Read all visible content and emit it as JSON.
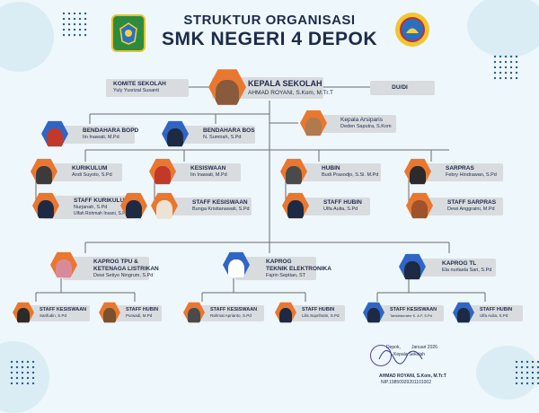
{
  "header": {
    "line1": "STRUKTUR ORGANISASI",
    "line2": "SMK NEGERI 4 DEPOK"
  },
  "komite": {
    "role": "KOMITE SEKOLAH",
    "name": "Yuly Yusrizal Susanti"
  },
  "kepala": {
    "role": "KEPALA SEKOLAH",
    "name": "AHMAD ROYANI, S.Kom, M.Tr.T"
  },
  "dudi": {
    "role": "DU/DI"
  },
  "bendahara_bopd": {
    "role": "BENDAHARA BOPD",
    "name": "Iin Inawati, M.Pd"
  },
  "bendahara_bos": {
    "role": "BENDAHARA BOS",
    "name": "N. Sumirah, S.Pd"
  },
  "arsiparis": {
    "role": "Kepala Arsiparis",
    "name": "Deden Saputra, S.Kom"
  },
  "kurikulum": {
    "role": "KURIKULUM",
    "name": "Andi Suyoto, S.Pd"
  },
  "kesiswaan": {
    "role": "KESISWAAN",
    "name": "Iin Inawati, M.Pd"
  },
  "hubin": {
    "role": "HUBIN",
    "name": "Budi Prasodjo, S.Si. M.Pd"
  },
  "sarpras": {
    "role": "SARPRAS",
    "name": "Febry Hindrawan, S.Pd"
  },
  "staff_kurikulum": {
    "role": "STAFF KURIKULUM",
    "name1": "Nurjanah, S.Pd",
    "name2": "Ulfah Rohmah Insani, S.Pd"
  },
  "staff_kesiswaan": {
    "role": "STAFF KESISWAAN",
    "name": "Bunga Kristianawati, S.Pd"
  },
  "staff_hubin": {
    "role": "STAFF HUBIN",
    "name": "Ulfa Aulia, S.Pd"
  },
  "staff_sarpras": {
    "role": "STAFF SARPRAS",
    "name": "Dewi Anggraini, M.Pd"
  },
  "kaprog_tpu": {
    "role1": "KAPROG TPU &",
    "role2": "KETENAGA LISTRIKAN",
    "name": "Dewi Setiyo Ningrum, S.Pd"
  },
  "kaprog_te": {
    "role1": "KAPROG",
    "role2": "TEKNIK ELEKTRONIKA",
    "name": "Fajrin Septian, ST"
  },
  "kaprog_tl": {
    "role": "KAPROG TL",
    "name": "Ela nurlaela Sari, S.Pd"
  },
  "tpu_staff_kesiswaan": {
    "role": "STAFF KESISWAAN",
    "name": "Sarifudin, S.Pd"
  },
  "tpu_staff_hubin": {
    "role": "STAFF HUBIN",
    "name": "Purwadi, M.Pd"
  },
  "te_staff_kesiswaan": {
    "role": "STAFF KESISWAAN",
    "name": "Rahmat Aprianto, S.Pd"
  },
  "te_staff_hubin": {
    "role": "STAFF HUBIN",
    "name": "Lilis Suprihatin, S.Pd"
  },
  "tl_staff_kesiswaan": {
    "role": "STAFF KESISWAAN",
    "name": "Tarisfaturrahe K. A.F, S.Pd"
  },
  "tl_staff_hubin": {
    "role": "STAFF HUBIN",
    "name": "Ulfa Aulia, S.Pd"
  },
  "signature": {
    "place": "Depok,",
    "date": "Januari 2026",
    "title": "Kepala Sekolah",
    "name": "AHMAD ROYANI, S.Kom, M.Tr.T",
    "nip": "NIP.19850929201101002"
  },
  "colors": {
    "navy": "#1d2b4a",
    "orange": "#e9772f",
    "blue": "#2f66c4",
    "box": "#d9dcdf"
  }
}
